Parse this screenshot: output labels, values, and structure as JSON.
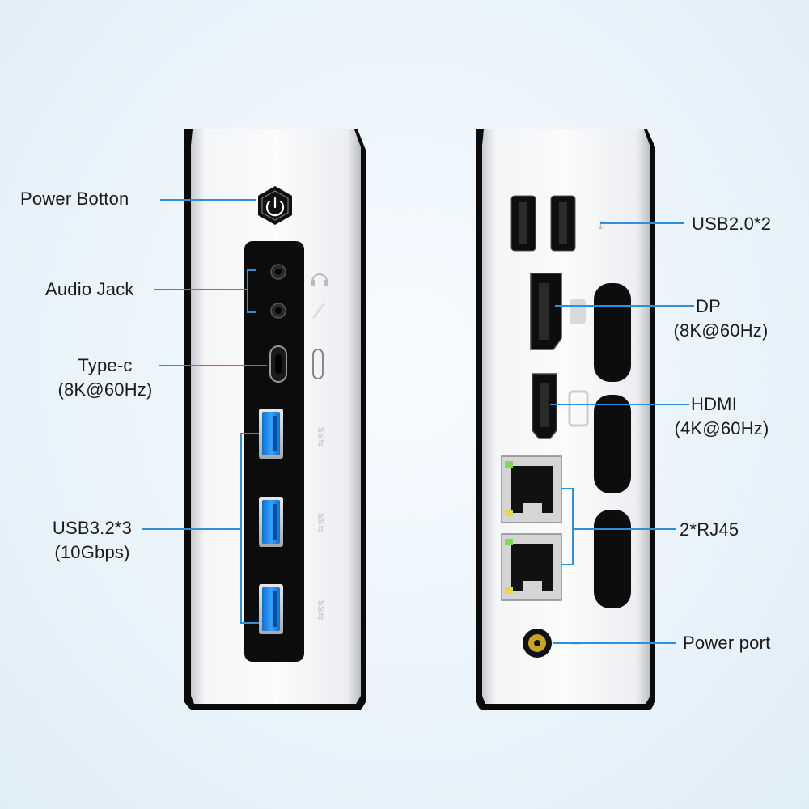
{
  "front_panel": {
    "power_button_label": "Power Botton",
    "audio_jack_label": "Audio Jack",
    "type_c_label": "Type-c",
    "type_c_sub": "(8K@60Hz)",
    "usb32_label": "USB3.2*3",
    "usb32_sub": "(10Gbps)"
  },
  "rear_panel": {
    "usb20_label": "USB2.0*2",
    "dp_label": "DP",
    "dp_sub": "(8K@60Hz)",
    "hdmi_label": "HDMI",
    "hdmi_sub": "(4K@60Hz)",
    "rj45_label": "2*RJ45",
    "power_port_label": "Power port"
  },
  "colors": {
    "callout_line": "#2f8fd8",
    "usb3_blue": "#1f8ef0",
    "chassis": "#f2f3f5",
    "panel_black": "#0c0c0c"
  }
}
